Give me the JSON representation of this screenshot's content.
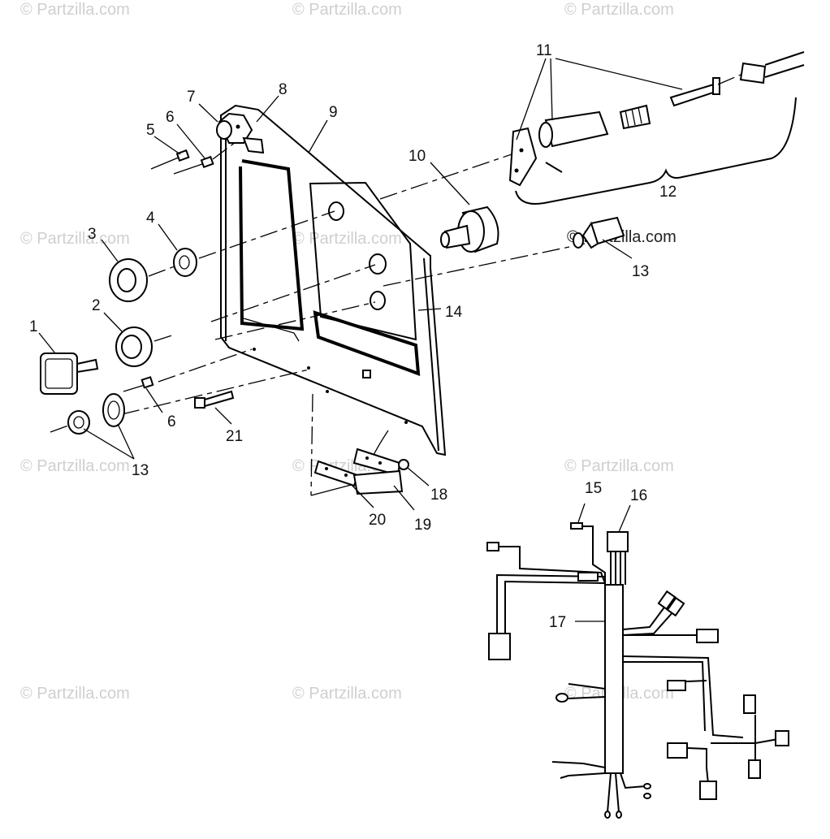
{
  "watermark": {
    "text": "© Partzilla.com",
    "overlay_text": "© Partzilla.com"
  },
  "callouts": {
    "c1": "1",
    "c2": "2",
    "c3": "3",
    "c4": "4",
    "c5": "5",
    "c6a": "6",
    "c6b": "6",
    "c7": "7",
    "c8": "8",
    "c9": "9",
    "c10": "10",
    "c11": "11",
    "c12": "12",
    "c13a": "13",
    "c13b": "13",
    "c14": "14",
    "c15": "15",
    "c16": "16",
    "c17": "17",
    "c18": "18",
    "c19": "19",
    "c20": "20",
    "c21": "21"
  },
  "colors": {
    "line": "#000000",
    "watermark": "#cfcfcf",
    "background": "#ffffff"
  }
}
